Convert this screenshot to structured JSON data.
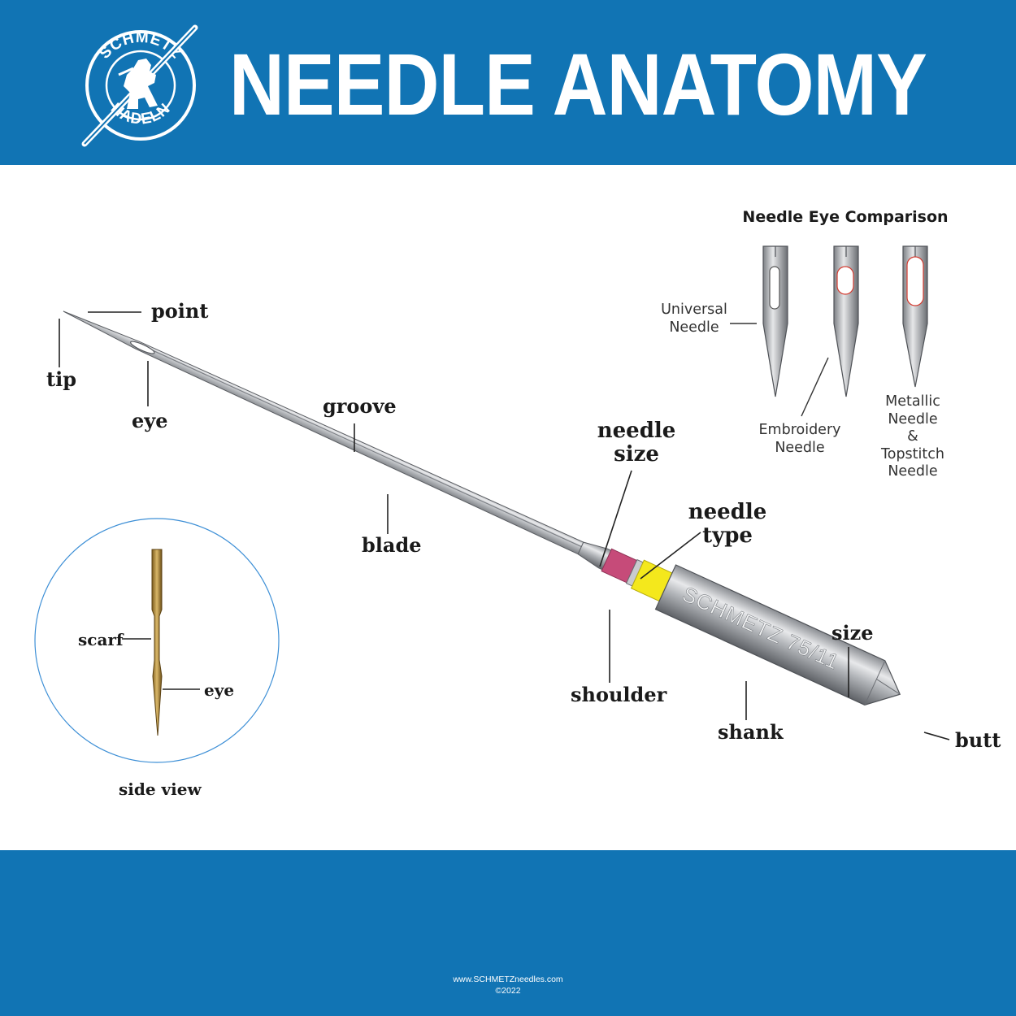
{
  "header": {
    "title": "NEEDLE ANATOMY",
    "logo_top_text": "SCHMETZ",
    "logo_bottom_text": "NADELN",
    "brand_color": "#1174b4"
  },
  "labels": {
    "point": "point",
    "tip": "tip",
    "eye": "eye",
    "groove": "groove",
    "blade": "blade",
    "needle_size": [
      "needle",
      "size"
    ],
    "needle_type": [
      "needle",
      "type"
    ],
    "shoulder": "shoulder",
    "size": "size",
    "shank": "shank",
    "butt": "butt",
    "shank_engraving": "SCHMETZ 75/11"
  },
  "side_view": {
    "scarf": "scarf",
    "eye": "eye",
    "caption": "side view"
  },
  "eye_comparison": {
    "title": "Needle Eye Comparison",
    "needles": [
      {
        "lines": [
          "Universal",
          "Needle"
        ]
      },
      {
        "lines": [
          "Embroidery",
          "Needle"
        ]
      },
      {
        "lines": [
          "Metallic",
          "Needle",
          "&",
          "Topstitch",
          "Needle"
        ]
      }
    ]
  },
  "colors": {
    "needle_size_band": "#c64b79",
    "needle_type_band": "#f4e81c"
  },
  "footer": {
    "url": "www.SCHMETZneedles.com",
    "copyright": "©2022"
  }
}
